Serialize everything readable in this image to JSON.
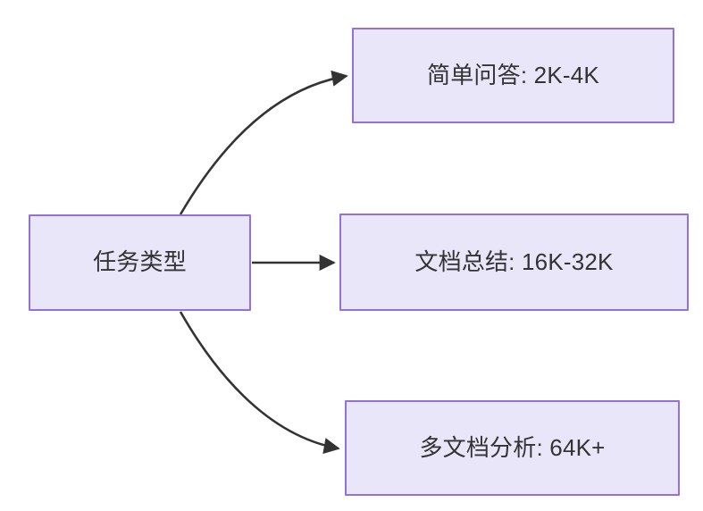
{
  "diagram": {
    "type": "flowchart",
    "direction": "left-to-right",
    "background_color": "#ffffff",
    "node_fill_color": "#e9e6fa",
    "node_border_color": "#9370db",
    "node_text_color": "#333333",
    "edge_color": "#333333",
    "root": {
      "id": "root",
      "label": "任务类型"
    },
    "branches": [
      {
        "id": "simple-qa",
        "label": "简单问答: 2K-4K",
        "task": "简单问答",
        "context_range": "2K-4K",
        "edge_style": "curved"
      },
      {
        "id": "doc-summary",
        "label": "文档总结: 16K-32K",
        "task": "文档总结",
        "context_range": "16K-32K",
        "edge_style": "straight"
      },
      {
        "id": "multi-doc",
        "label": "多文档分析: 64K+",
        "task": "多文档分析",
        "context_range": "64K+",
        "edge_style": "curved"
      }
    ]
  }
}
